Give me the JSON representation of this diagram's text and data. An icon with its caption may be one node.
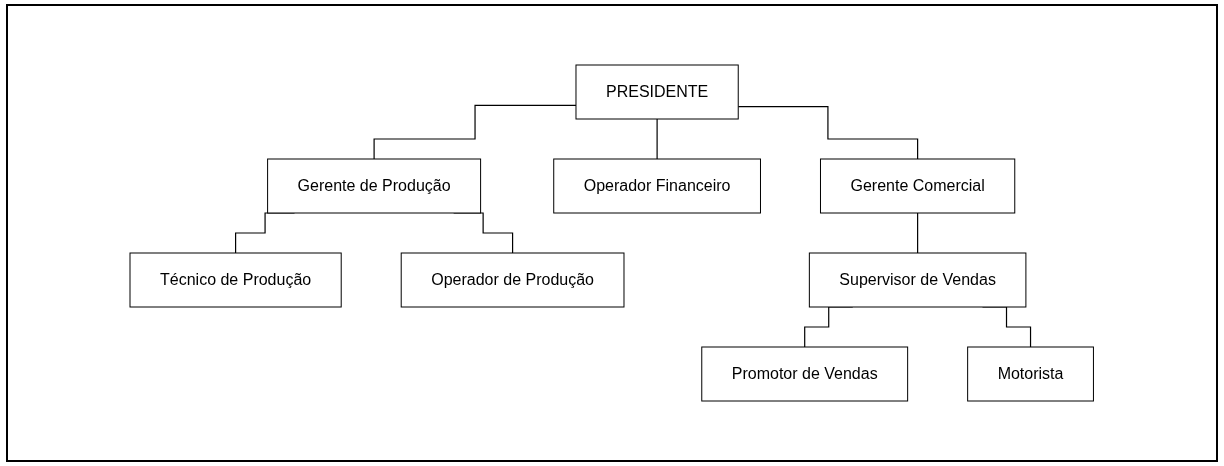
{
  "diagram": {
    "nodes": [
      {
        "text": [
          "PRESIDENTE"
        ]
      },
      {
        "text": [
          "Gerente de Produção"
        ]
      },
      {
        "text": [
          "Operador Financeiro"
        ]
      },
      {
        "text": [
          "Gerente Comercial"
        ]
      },
      {
        "text": [
          "Técnico de Produção"
        ]
      },
      {
        "text": [
          "Operador de Produção"
        ]
      },
      {
        "text": [
          "Supervisor de Vendas"
        ]
      },
      {
        "text": [
          "Promotor de Vendas"
        ]
      },
      {
        "text": [
          "Motorista"
        ]
      }
    ],
    "edges": [
      {
        "from": 0,
        "to": 1,
        "arrow": "none"
      },
      {
        "from": 0,
        "to": 2,
        "arrow": "none"
      },
      {
        "from": 0,
        "to": 3,
        "arrow": "none"
      },
      {
        "from": 1,
        "to": 4,
        "arrow": "none"
      },
      {
        "from": 1,
        "to": 5,
        "arrow": "none"
      },
      {
        "from": 3,
        "to": 6,
        "arrow": "none"
      },
      {
        "from": 6,
        "to": 7,
        "arrow": "none"
      },
      {
        "from": 6,
        "to": 8,
        "arrow": "none"
      }
    ]
  }
}
